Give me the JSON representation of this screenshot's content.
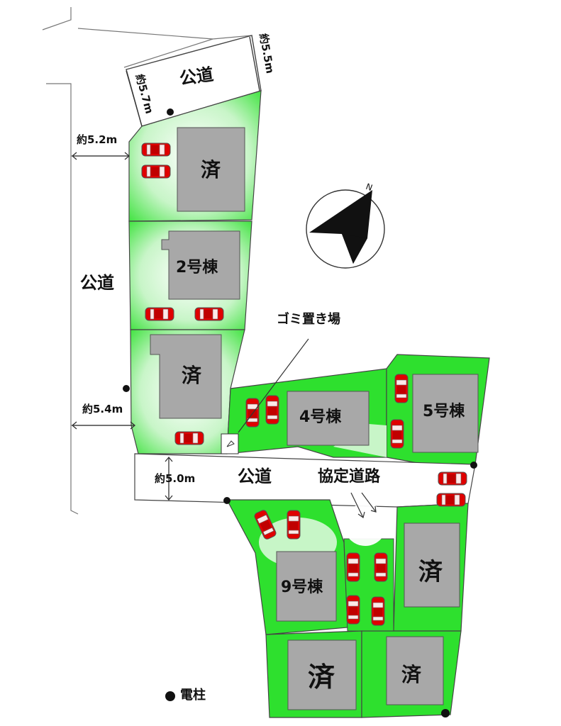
{
  "roads": {
    "top": "公道",
    "left": "公道",
    "middle": "公道",
    "agreement_road": "協定道路"
  },
  "dimensions": {
    "top_left": "約5.7m",
    "top_right": "約5.5m",
    "left_upper": "約5.2m",
    "left_lower": "約5.4m",
    "middle": "約5.0m"
  },
  "lots": [
    {
      "id": "lot-1",
      "label": "済"
    },
    {
      "id": "lot-2",
      "label": "2号棟"
    },
    {
      "id": "lot-3",
      "label": "済"
    },
    {
      "id": "lot-4",
      "label": "4号棟"
    },
    {
      "id": "lot-5",
      "label": "5号棟"
    },
    {
      "id": "lot-6",
      "label": "済"
    },
    {
      "id": "lot-9",
      "label": "9号棟"
    },
    {
      "id": "lot-10",
      "label": "済"
    },
    {
      "id": "lot-11",
      "label": "済"
    }
  ],
  "garbage": "ゴミ置き場",
  "legend": {
    "pole_label": "電柱"
  },
  "compass": {
    "north_label": "N"
  },
  "colors": {
    "lot_green": "#2ee02e",
    "light_green": "#c8f5c8",
    "building": "#a8a8a8",
    "car": "#e00000",
    "outline": "#333333"
  }
}
